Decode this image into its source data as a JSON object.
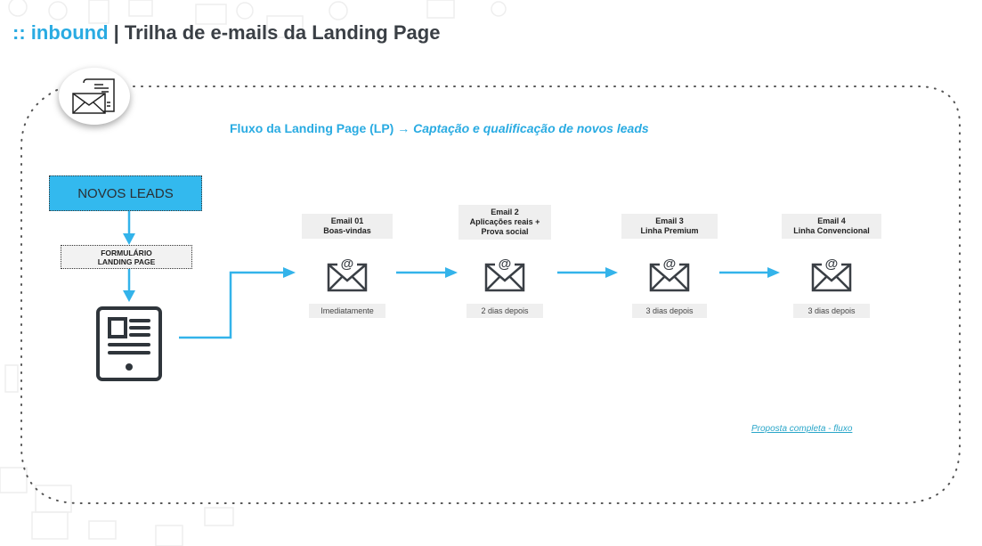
{
  "header": {
    "brand": ":: inbound",
    "separator": " | ",
    "title": "Trilha de e-mails da Landing Page"
  },
  "badge_icon": "email-document-icon",
  "subtitle": {
    "main": "Fluxo da Landing Page (LP) → ",
    "italic": "Captação e qualificação de novos leads"
  },
  "source": {
    "novos_leads": "NOVOS LEADS",
    "form_line1": "FORMULÁRIO",
    "form_line2": "LANDING PAGE",
    "device_icon": "tablet-landing-page-icon"
  },
  "emails": [
    {
      "line1": "Email 01",
      "line2": "Boas-vindas",
      "line3": "",
      "timing": "Imediatamente",
      "icon": "email-at-icon"
    },
    {
      "line1": "Email 2",
      "line2": "Aplicações reais +",
      "line3": "Prova social",
      "timing": "2 dias depois",
      "icon": "email-at-icon"
    },
    {
      "line1": "Email 3",
      "line2": "Linha Premium",
      "line3": "",
      "timing": "3 dias depois",
      "icon": "email-at-icon"
    },
    {
      "line1": "Email 4",
      "line2": "Linha Convencional",
      "line3": "",
      "timing": "3 dias depois",
      "icon": "email-at-icon"
    }
  ],
  "link": "Proposta completa - fluxo",
  "colors": {
    "accent": "#29abe2",
    "box": "#33b9ee",
    "dark": "#3a3f45"
  }
}
